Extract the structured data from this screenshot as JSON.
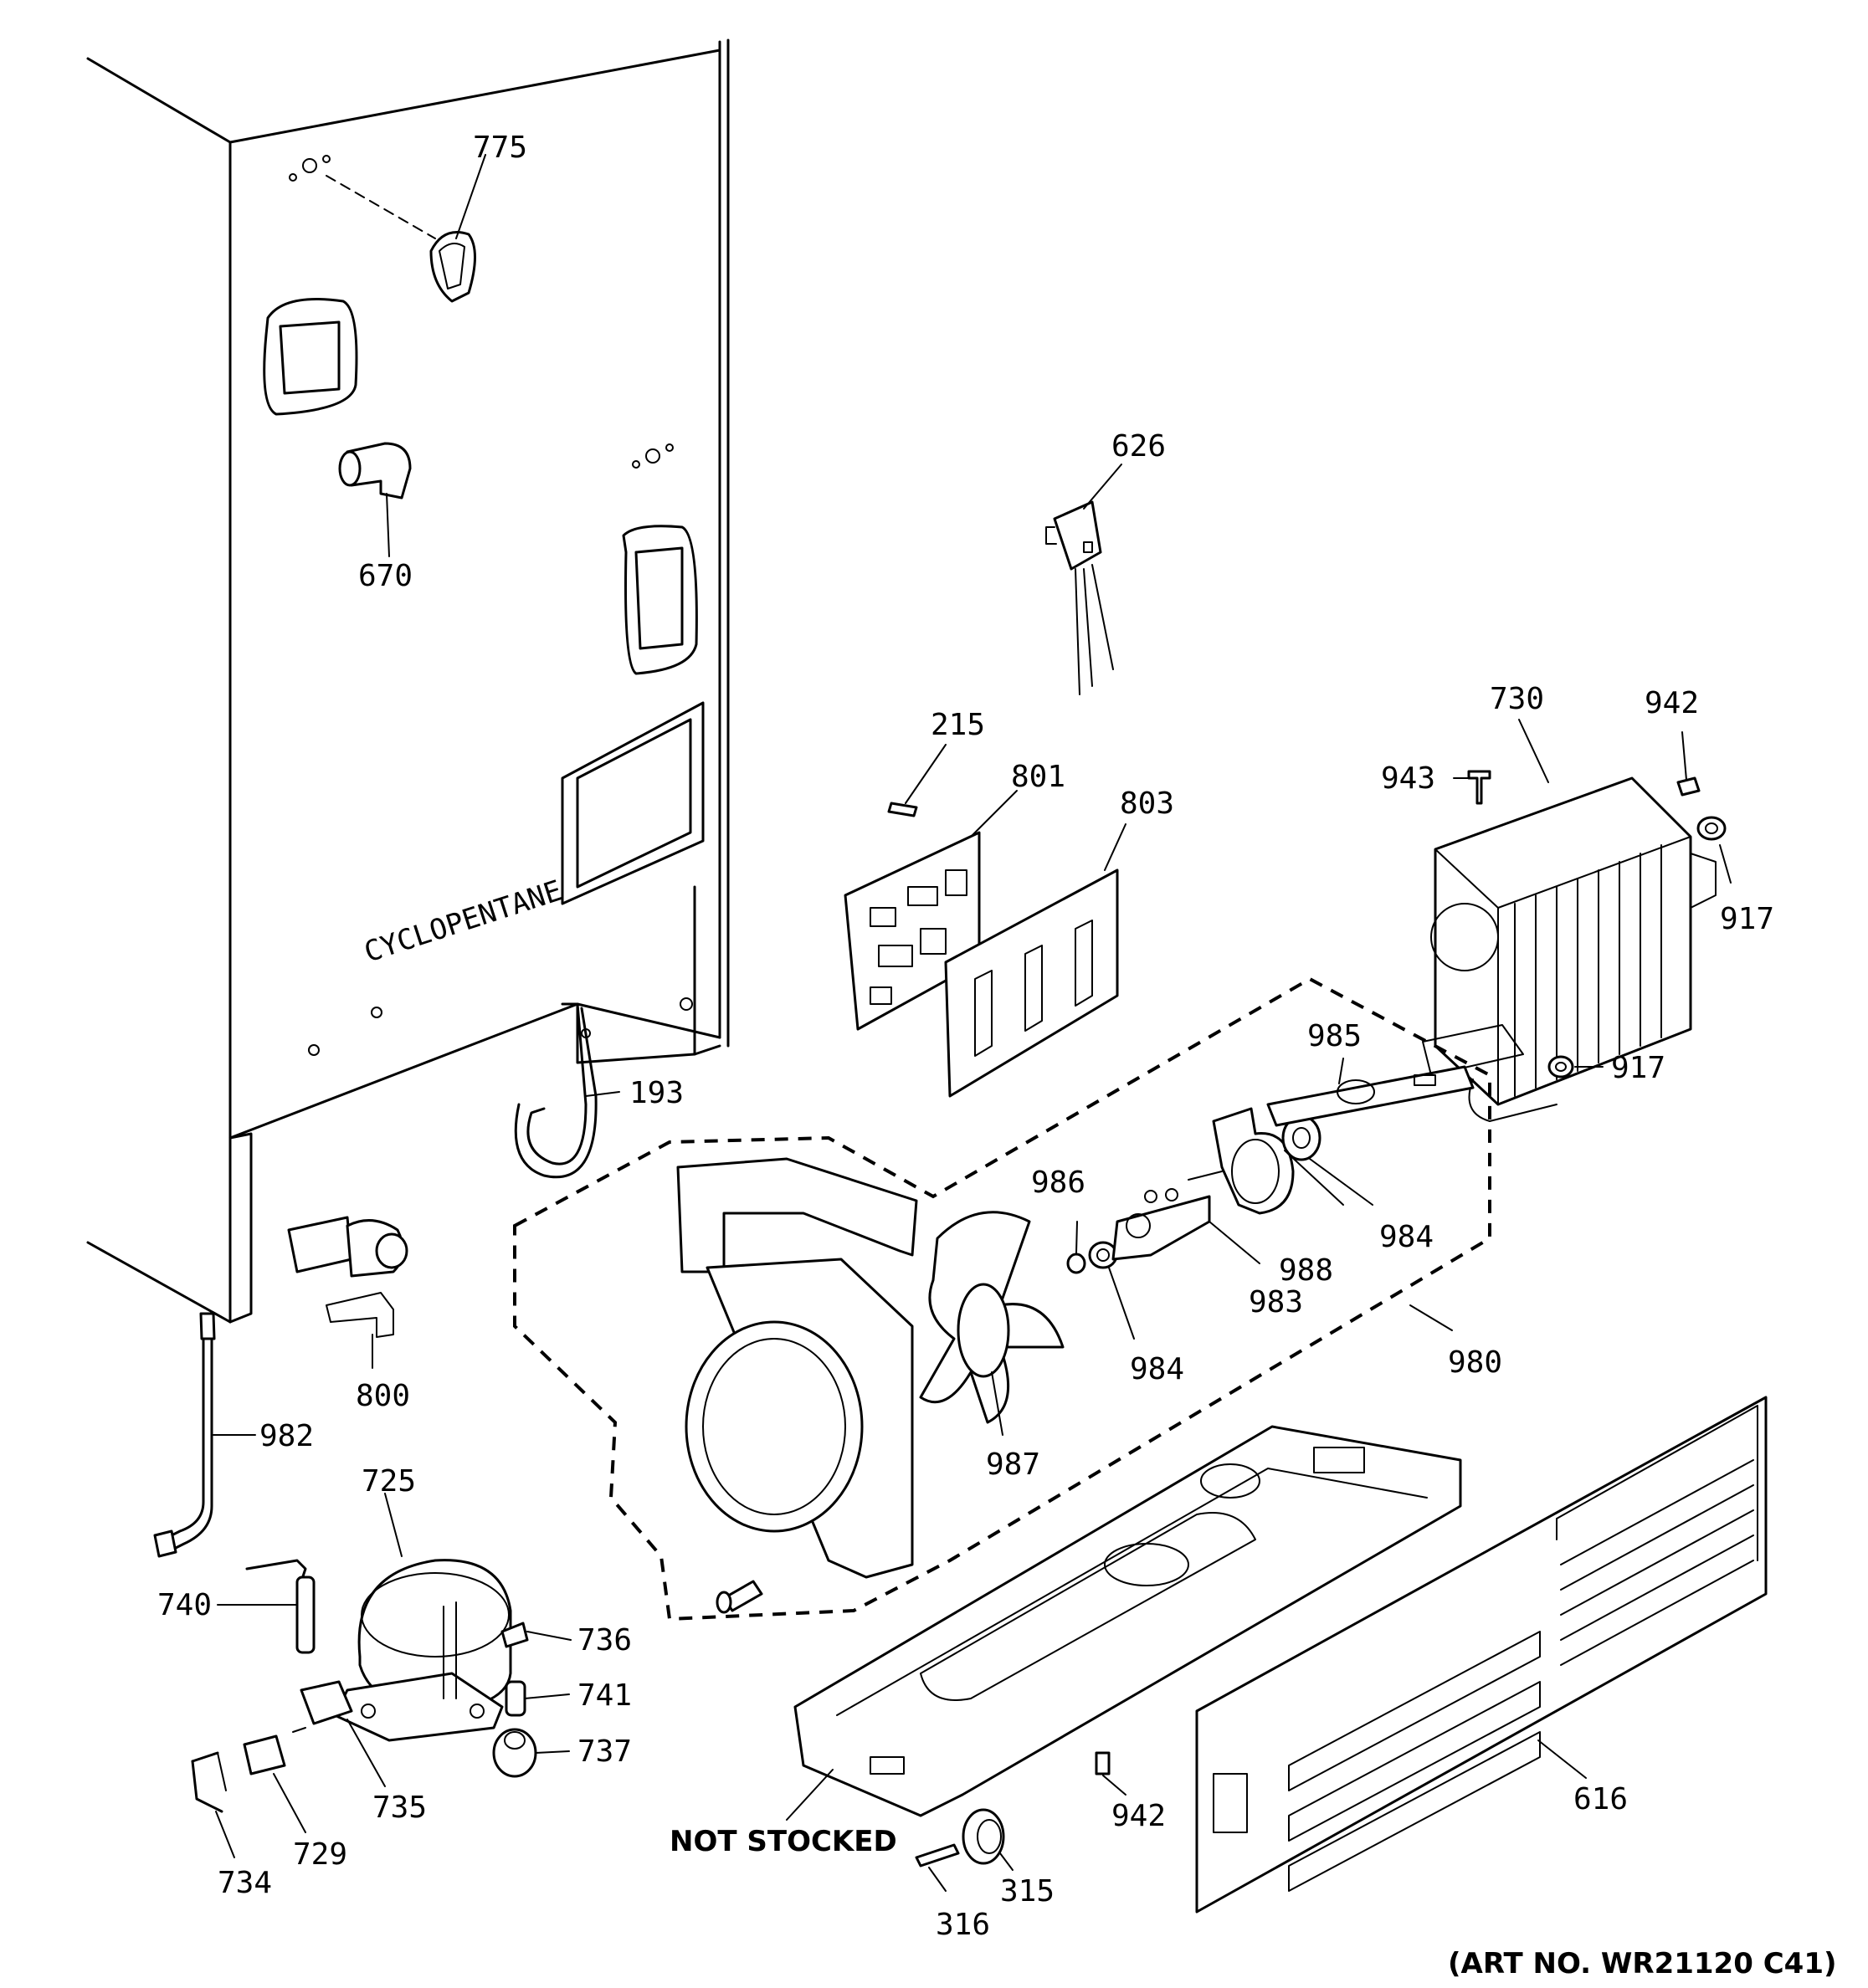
{
  "labels": {
    "l775": "775",
    "l670": "670",
    "l626": "626",
    "l215": "215",
    "l801": "801",
    "l803": "803",
    "l730": "730",
    "l942a": "942",
    "l943": "943",
    "l917a": "917",
    "l917b": "917",
    "l985": "985",
    "l193": "193",
    "l986": "986",
    "l984a": "984",
    "l988": "988",
    "l983": "983",
    "l984b": "984",
    "l980": "980",
    "l987": "987",
    "l800": "800",
    "l982": "982",
    "l725": "725",
    "l740": "740",
    "l736": "736",
    "l741": "741",
    "l737": "737",
    "l735": "735",
    "l729": "729",
    "l734": "734",
    "l942b": "942",
    "l616": "616",
    "l315": "315",
    "l316": "316"
  },
  "cabinet_text": "CYCLOPENTANE",
  "not_stocked": "NOT STOCKED",
  "art_no": "(ART NO. WR21120 C41)"
}
